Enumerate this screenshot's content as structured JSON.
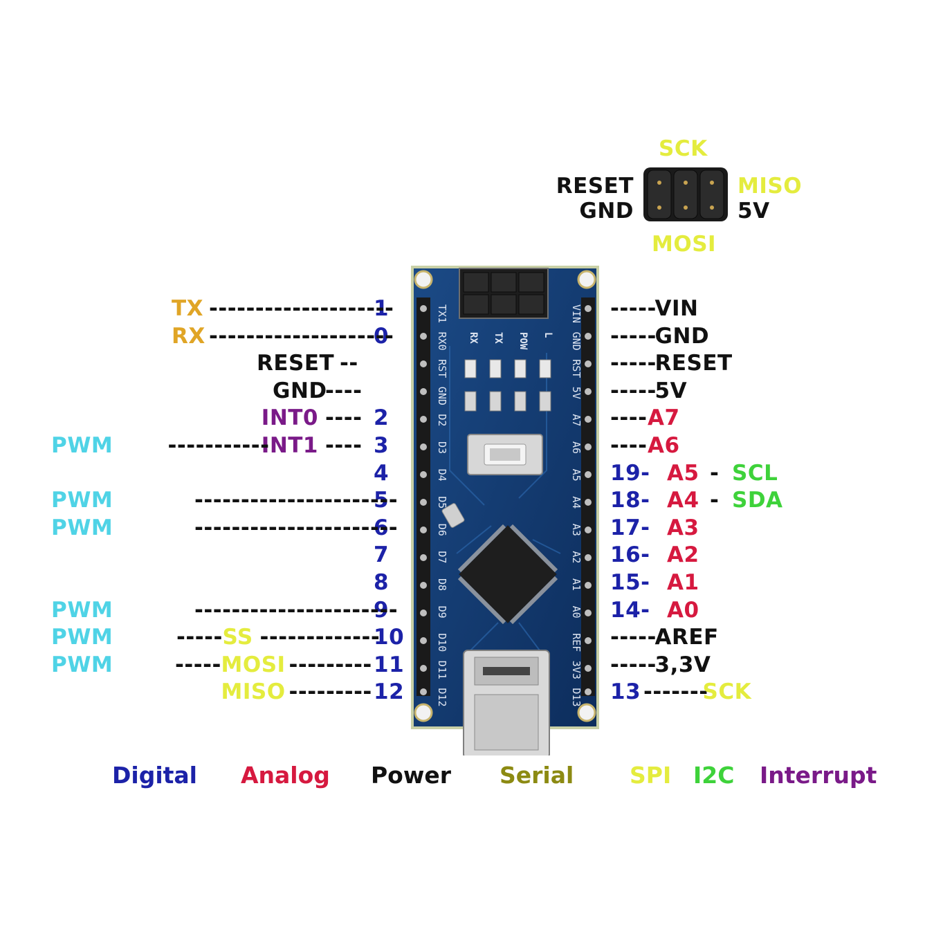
{
  "icsp_header": {
    "top": "SCK",
    "left_top": "RESET",
    "left_bottom": "GND",
    "right_top": "MISO",
    "right_bottom": "5V",
    "bottom": "MOSI"
  },
  "board_silkscreen": {
    "left_pins": [
      "TX1",
      "RX0",
      "RST",
      "GND",
      "D2",
      "D3",
      "D4",
      "D5",
      "D6",
      "D7",
      "D8",
      "D9",
      "D10",
      "D11",
      "D12"
    ],
    "right_pins": [
      "VIN",
      "GND",
      "RST",
      "5V",
      "A7",
      "A6",
      "A5",
      "A4",
      "A3",
      "A2",
      "A1",
      "A0",
      "REF",
      "3V3",
      "D13"
    ],
    "leds": [
      "RX",
      "TX",
      "POW",
      "L"
    ]
  },
  "left_pins": [
    {
      "num": "1",
      "dash": "--------------------",
      "func": "TX"
    },
    {
      "num": "0",
      "dash": "--------------------",
      "func": "RX"
    },
    {
      "num": "",
      "dash": "--",
      "func": "RESET"
    },
    {
      "num": "",
      "dash": "----",
      "func": "GND"
    },
    {
      "num": "2",
      "dash": "----",
      "func": "INT0"
    },
    {
      "num": "3",
      "dash": "----",
      "func": "INT1",
      "pwm": "PWM",
      "pwm_dash": "-----------"
    },
    {
      "num": "4",
      "dash": "",
      "func": ""
    },
    {
      "num": "5",
      "dash": "----------------------",
      "func": "",
      "pwm": "PWM"
    },
    {
      "num": "6",
      "dash": "----------------------",
      "func": "",
      "pwm": "PWM"
    },
    {
      "num": "7",
      "dash": "",
      "func": ""
    },
    {
      "num": "8",
      "dash": "",
      "func": ""
    },
    {
      "num": "9",
      "dash": "----------------------",
      "func": "",
      "pwm": "PWM"
    },
    {
      "num": "10",
      "dash": "-------------",
      "func": "SS",
      "pwm": "PWM",
      "pwm_dash": "-----"
    },
    {
      "num": "11",
      "dash": "---------",
      "func": "MOSI",
      "pwm": "PWM",
      "pwm_dash": "-----"
    },
    {
      "num": "12",
      "dash": "---------",
      "func": "MISO"
    }
  ],
  "right_pins": [
    {
      "dash": "-----",
      "name": "VIN"
    },
    {
      "dash": "-----",
      "name": "GND"
    },
    {
      "dash": "-----",
      "name": "RESET"
    },
    {
      "dash": "-----",
      "name": "5V"
    },
    {
      "dash": "----",
      "name": "A7"
    },
    {
      "dash": "----",
      "name": "A6"
    },
    {
      "num": "19-",
      "name": "A5",
      "extra": "SCL"
    },
    {
      "num": "18-",
      "name": "A4",
      "extra": "SDA"
    },
    {
      "num": "17-",
      "name": "A3"
    },
    {
      "num": "16-",
      "name": "A2"
    },
    {
      "num": "15-",
      "name": "A1"
    },
    {
      "num": "14-",
      "name": "A0"
    },
    {
      "dash": "-----",
      "name": "AREF"
    },
    {
      "dash": "-----",
      "name": "3,3V"
    },
    {
      "num": "13",
      "dash": "-------",
      "name": "SCK"
    }
  ],
  "legend": [
    "Digital",
    "Analog",
    "Power",
    "Serial",
    "SPI",
    "I2C",
    "Interrupt"
  ],
  "colors": {
    "digital": "#1c22a8",
    "analog": "#d6193f",
    "power": "#111111",
    "serial": "#e0a526",
    "spi": "#e4ec3e",
    "i2c": "#3ed23a",
    "interrupt": "#7a1a88",
    "pwm": "#4fd3e6",
    "board": "#123a6e"
  }
}
